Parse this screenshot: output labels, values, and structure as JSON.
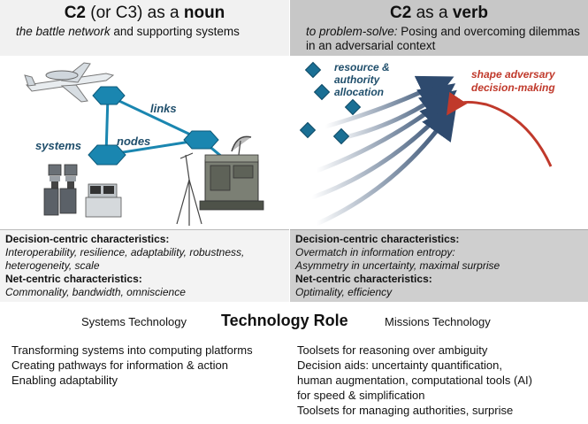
{
  "left": {
    "title_bold": "C2",
    "title_plain": " (or C3) as a ",
    "title_bold2": "noun",
    "subtitle_italic": "the battle network",
    "subtitle_plain": " and supporting systems",
    "labels": {
      "links": "links",
      "systems": "systems",
      "nodes": "nodes"
    },
    "characteristics": {
      "decision_heading": "Decision-centric characteristics:",
      "decision_text": "Interoperability, resilience, adaptability, robustness, heterogeneity, scale",
      "net_heading": "Net-centric characteristics:",
      "net_text": "Commonality, bandwidth, omniscience"
    }
  },
  "right": {
    "title_bold": "C2",
    "title_plain": " as a ",
    "title_bold2": "verb",
    "subtitle_italic": "to problem-solve:",
    "subtitle_plain": " Posing and overcoming dilemmas in an adversarial context",
    "labels": {
      "resource_line1": "resource &",
      "resource_line2": "authority",
      "resource_line3": "allocation",
      "shape_line1": "shape adversary",
      "shape_line2": "decision-making"
    },
    "characteristics": {
      "decision_heading": "Decision-centric characteristics:",
      "decision_text1": "Overmatch in information entropy:",
      "decision_text2": "Asymmetry in uncertainty, maximal surprise",
      "net_heading": "Net-centric characteristics:",
      "net_text": "Optimality, efficiency"
    }
  },
  "role": {
    "left_label": "Systems Technology",
    "title": "Technology Role",
    "right_label": "Missions Technology"
  },
  "left_list": [
    "Transforming systems into computing platforms",
    "Creating pathways for information & action",
    "Enabling adaptability"
  ],
  "right_list": [
    "Toolsets for reasoning over ambiguity",
    "Decision aids: uncertainty quantification,",
    "human augmentation, computational tools (AI)",
    "for speed & simplification",
    "Toolsets for managing authorities, surprise"
  ],
  "colors": {
    "node": "#1a86b0",
    "arrow": "#2e4a6e",
    "red_arrow": "#c0392b",
    "diamond": "#1a6f94"
  }
}
